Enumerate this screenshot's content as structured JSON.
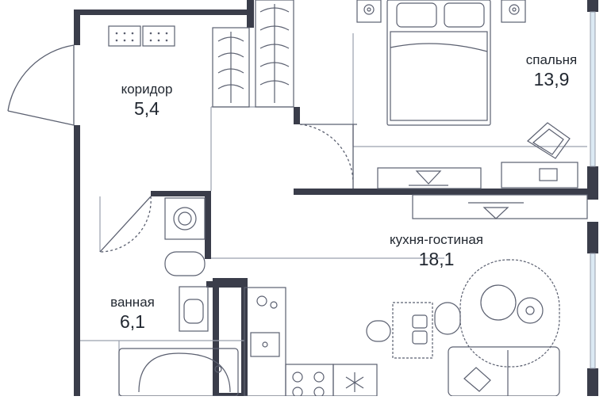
{
  "colors": {
    "wall": "#3a3d4a",
    "line": "#9aa0ad",
    "furniture": "#5b6070",
    "window": "#b8d6ea",
    "background": "#ffffff"
  },
  "rooms": [
    {
      "id": "corridor",
      "name": "коридор",
      "area": "5,4"
    },
    {
      "id": "bedroom",
      "name": "спальня",
      "area": "13,9"
    },
    {
      "id": "kitchen-living",
      "name": "кухня-гостиная",
      "area": "18,1"
    },
    {
      "id": "bathroom",
      "name": "ванная",
      "area": "6,1"
    }
  ],
  "icons": [
    "door-swing-icon",
    "wardrobe-icon",
    "bed-icon",
    "pillow-icon",
    "nightstand-lamp-icon",
    "armchair-icon",
    "desk-icon",
    "tv-icon",
    "washing-machine-icon",
    "toilet-icon",
    "sink-icon",
    "bathtub-icon",
    "stove-icon",
    "fridge-icon",
    "dining-table-icon",
    "chair-icon",
    "sofa-icon",
    "coffee-table-icon",
    "window-icon"
  ]
}
